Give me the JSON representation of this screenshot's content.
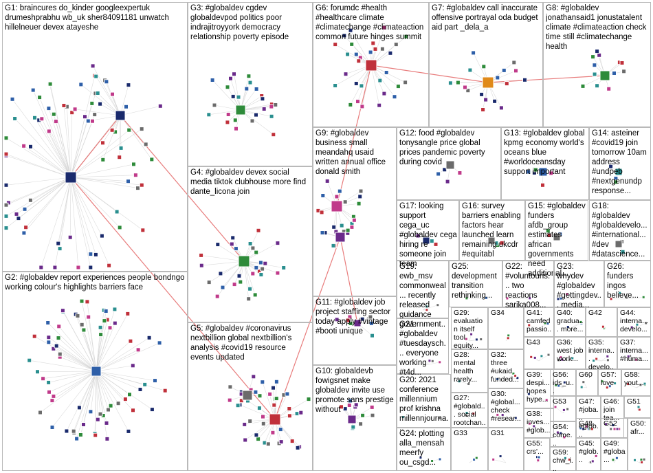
{
  "groups": [
    {
      "id": "G1",
      "label": "G1: braincures do_kinder googleexpertuk drumeshprabhu wb_uk sher84091181 unwatch hillelneuer devex atayeshe"
    },
    {
      "id": "G2",
      "label": "G2: #globaldev report experiences people bondngo working colour's highlights barriers face"
    },
    {
      "id": "G3",
      "label": "G3: #globaldev cgdev globaldevpod politics poor indrajitroyyork democracy relationship poverty episode"
    },
    {
      "id": "G4",
      "label": "G4: #globaldev devex social media tiktok clubhouse more find dante_licona join"
    },
    {
      "id": "G5",
      "label": "G5: #globaldev #coronavirus nextbillion global nextbillion's analysis #covid19 resource events updated"
    },
    {
      "id": "G6",
      "label": "G6: forumdc #health #healthcare climate #climatechange #climateaction common future hinges summit"
    },
    {
      "id": "G7",
      "label": "G7: #globaldev call inaccurate offensive portrayal oda budget aid part _dela_a"
    },
    {
      "id": "G8",
      "label": "G8: #globaldev jonathansaid1 jonustatalent climate #climateaction check time still #climatechange health"
    },
    {
      "id": "G9",
      "label": "G9: #globaldev business small meandahq usaid written annual office donald smith"
    },
    {
      "id": "G10",
      "label": "G10: globaldevb fowigsnet make globaldev invite use promote sans prestige without"
    },
    {
      "id": "G11",
      "label": "G11: #globaldev job project staffing sector today apply #vintage #booti unique"
    },
    {
      "id": "G12",
      "label": "G12: food #globaldev tonysangle price global prices pandemic poverty during covid"
    },
    {
      "id": "G13",
      "label": "G13: #globaldev global kpmg economy world's oceans blue #worldoceansday support important"
    },
    {
      "id": "G14",
      "label": "G14: asteiner #covid19 join tomorrow 10am address #undpeb #nextgenundp response..."
    },
    {
      "id": "G15",
      "label": "G15: #globaldev funders afdb_group estimates african governments need additional..."
    },
    {
      "id": "G16",
      "label": "G16: survey barriers enabling factors hear launched learn remaining ukcdr #equitabl"
    },
    {
      "id": "G17",
      "label": "G17: looking support cega_uc #globaldev cega hiring re someone join team"
    },
    {
      "id": "G18",
      "label": "G18: #globaldev #globaldevelo... #international... #dev #datascience..."
    },
    {
      "id": "G19",
      "label": "G19: ewb_msv commonweal... recently released guidance government..."
    },
    {
      "id": "G20",
      "label": "G20: 2021 conference millennium prof krishna millennjourna..."
    },
    {
      "id": "G21",
      "label": "G21: #globaldev #tuesdaysch... everyone working #t4d..."
    },
    {
      "id": "G22",
      "label": "G22: #voluntouris... two reactions sarika008..."
    },
    {
      "id": "G23",
      "label": "G23: whydev #globaldev #gettingdev... media..."
    },
    {
      "id": "G24",
      "label": "G24: plotting alla_mensah meerfy ou_csgd..."
    },
    {
      "id": "G25",
      "label": "G25: development transition rethinking..."
    },
    {
      "id": "G26",
      "label": "G26: funders ingos believe..."
    },
    {
      "id": "G27",
      "label": "G27: #globald... social rootchan..."
    },
    {
      "id": "G28",
      "label": "G28: mental health rarely..."
    },
    {
      "id": "G29",
      "label": "G29: evaluation itself tool equity..."
    },
    {
      "id": "G30",
      "label": "G30: #global... check #resear..."
    },
    {
      "id": "G31",
      "label": "G31"
    },
    {
      "id": "G32",
      "label": "G32: three #ukaid funded..."
    },
    {
      "id": "G33",
      "label": "G33"
    },
    {
      "id": "G34",
      "label": "G34"
    },
    {
      "id": "G35",
      "label": "G35: interna... develo..."
    },
    {
      "id": "G36",
      "label": "G36: west job work..."
    },
    {
      "id": "G37",
      "label": "G37: interna... #huma..."
    },
    {
      "id": "G38",
      "label": "G38: inves... #glob..."
    },
    {
      "id": "G39",
      "label": "G39: despi... hopes hype..."
    },
    {
      "id": "G40",
      "label": "G40: gradua... more..."
    },
    {
      "id": "G41",
      "label": "G41: camfed passio..."
    },
    {
      "id": "G42",
      "label": "G42"
    },
    {
      "id": "G43",
      "label": "G43"
    },
    {
      "id": "G44",
      "label": "G44: interna... develo..."
    },
    {
      "id": "G45",
      "label": "G45: #glob..."
    },
    {
      "id": "G46",
      "label": "G46: join tea..."
    },
    {
      "id": "G47",
      "label": "G47: #joba... #glob..."
    },
    {
      "id": "G48",
      "label": "G48"
    },
    {
      "id": "G49",
      "label": "G49: #globa..."
    },
    {
      "id": "G50",
      "label": "G50: afr..."
    },
    {
      "id": "G51",
      "label": "G51"
    },
    {
      "id": "G52",
      "label": "G52"
    },
    {
      "id": "G53",
      "label": "G53"
    },
    {
      "id": "G54",
      "label": "G54: come..."
    },
    {
      "id": "G55",
      "label": "G55: crs'..."
    },
    {
      "id": "G56",
      "label": "G56: ids_u..."
    },
    {
      "id": "G57",
      "label": "G57: love"
    },
    {
      "id": "G58",
      "label": "G58: yout..."
    },
    {
      "id": "G59",
      "label": "G59: chw_i..."
    },
    {
      "id": "G60",
      "label": "G60"
    }
  ],
  "colors": {
    "box_border": "#b9b9b9",
    "edge": "#cfcfcf",
    "edge_strong": "#e05050",
    "node_dark": "#1a2a6c",
    "node_blue": "#2e5fa8",
    "node_green": "#2e8b3a",
    "node_red": "#c0303a",
    "node_teal": "#2a8f8f",
    "node_gray": "#6b6b6b",
    "node_purple": "#6a2a8a",
    "node_pink": "#c03a8a",
    "node_orange": "#e08a1a"
  }
}
